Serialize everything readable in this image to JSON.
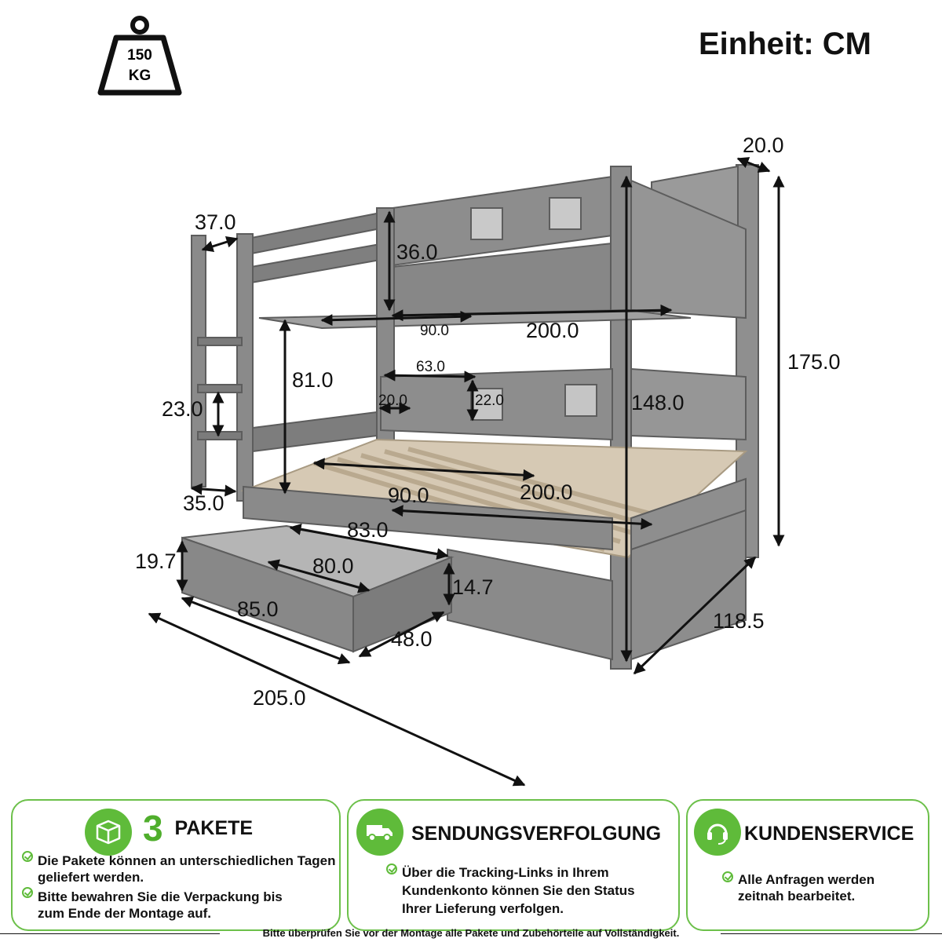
{
  "header": {
    "unit_label": "Einheit: CM",
    "weight_value": "150",
    "weight_unit": "KG"
  },
  "dimensions": {
    "top_rail_width": "37.0",
    "guard_height": "36.0",
    "top_mattress_width": "90.0",
    "top_mattress_length": "200.0",
    "shelf_depth": "20.0",
    "total_height": "175.0",
    "under_clearance": "81.0",
    "ladder_step": "23.0",
    "shelf_width": "63.0",
    "shelf_inner_depth": "20.0",
    "shelf_height": "22.0",
    "post_height": "148.0",
    "ladder_width": "35.0",
    "bottom_mattress_width": "90.0",
    "bottom_mattress_length": "200.0",
    "drawer_length": "83.0",
    "drawer_height": "19.7",
    "drawer_inner_length": "80.0",
    "drawer_inner_height": "14.7",
    "drawer_outer_length": "85.0",
    "drawer_depth": "48.0",
    "total_length": "205.0",
    "total_width": "118.5"
  },
  "cards": [
    {
      "icon": "box-icon",
      "number": "3",
      "title": "PAKETE",
      "items": [
        "Die Pakete können an unterschiedlichen Tagen geliefert werden.",
        "Bitte bewahren Sie die Verpackung bis zum Ende der Montage auf."
      ]
    },
    {
      "icon": "truck-icon",
      "title": "SENDUNGSVERFOLGUNG",
      "items": [
        "Über die Tracking-Links in Ihrem Kundenkonto können Sie den Status Ihrer Lieferung verfolgen."
      ]
    },
    {
      "icon": "headset-icon",
      "title": "KUNDENSERVICE",
      "items": [
        "Alle Anfragen werden zeitnah bearbeitet."
      ]
    }
  ],
  "footer": "Bitte überprüfen Sie vor der Montage alle Pakete und Zubehörteile auf Vollständigkeit."
}
